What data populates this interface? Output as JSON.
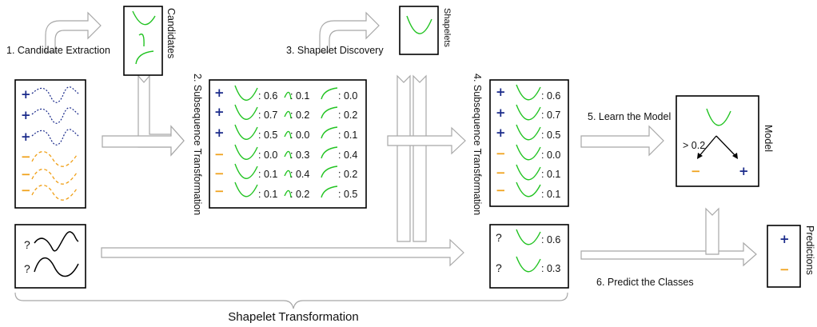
{
  "steps": {
    "s1": "1. Candidate Extraction",
    "s2": "2. Subsequence Transformation",
    "s3": "3. Shapelet Discovery",
    "s4": "4. Subsequence Transformation",
    "s5": "5. Learn the Model",
    "s6": "6. Predict the Classes"
  },
  "titles": {
    "candidates": "Candidates",
    "shapelets": "Shapelets",
    "model": "Model",
    "predictions": "Predictions",
    "bottom": "Shapelet Transformation"
  },
  "symbols": {
    "plus": "+",
    "minus": "−",
    "unknown": "?"
  },
  "colors": {
    "plus": "#1a2a8a",
    "minus": "#f0a11a",
    "shapelet": "#22c322",
    "arrow": "#a8a8a8"
  },
  "training_labels": [
    "+",
    "+",
    "+",
    "−",
    "−",
    "−"
  ],
  "transform_rows": [
    [
      ": 0.6",
      ": 0.1",
      ": 0.0"
    ],
    [
      ": 0.7",
      ": 0.2",
      ": 0.2"
    ],
    [
      ": 0.5",
      ": 0.0",
      ": 0.1"
    ],
    [
      ": 0.0",
      ": 0.3",
      ": 0.4"
    ],
    [
      ": 0.1",
      ": 0.4",
      ": 0.2"
    ],
    [
      ": 0.1",
      ": 0.2",
      ": 0.5"
    ]
  ],
  "shapelet_train_values": [
    ": 0.6",
    ": 0.7",
    ": 0.5",
    ": 0.0",
    ": 0.1",
    ": 0.1"
  ],
  "shapelet_test_values": [
    ": 0.6",
    ": 0.3"
  ],
  "model": {
    "threshold": "> 0.2",
    "left_class": "−",
    "right_class": "+"
  },
  "predictions": [
    "+",
    "−"
  ]
}
